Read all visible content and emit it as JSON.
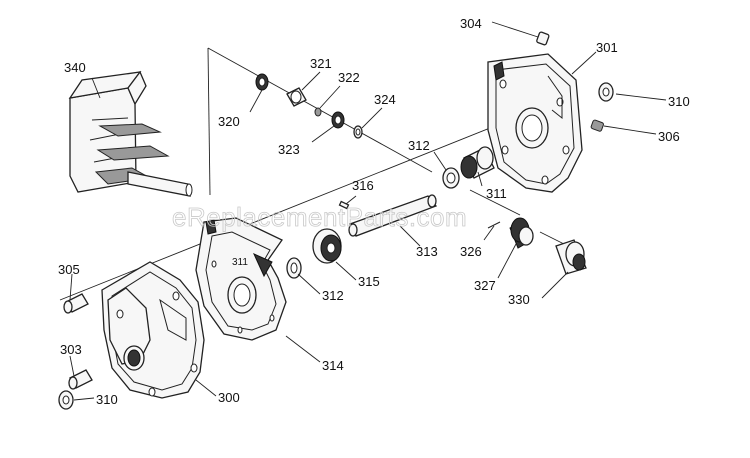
{
  "watermark": "eReplacementParts.com",
  "labels": {
    "p300": "300",
    "p301": "301",
    "p303": "303",
    "p304": "304",
    "p305": "305",
    "p306": "306",
    "p310a": "310",
    "p310b": "310",
    "p311a": "311",
    "p311b": "311",
    "p312a": "312",
    "p312b": "312",
    "p313": "313",
    "p314": "314",
    "p315": "315",
    "p316": "316",
    "p320": "320",
    "p321": "321",
    "p322": "322",
    "p323": "323",
    "p324": "324",
    "p326": "326",
    "p327": "327",
    "p330": "330",
    "p340": "340"
  }
}
